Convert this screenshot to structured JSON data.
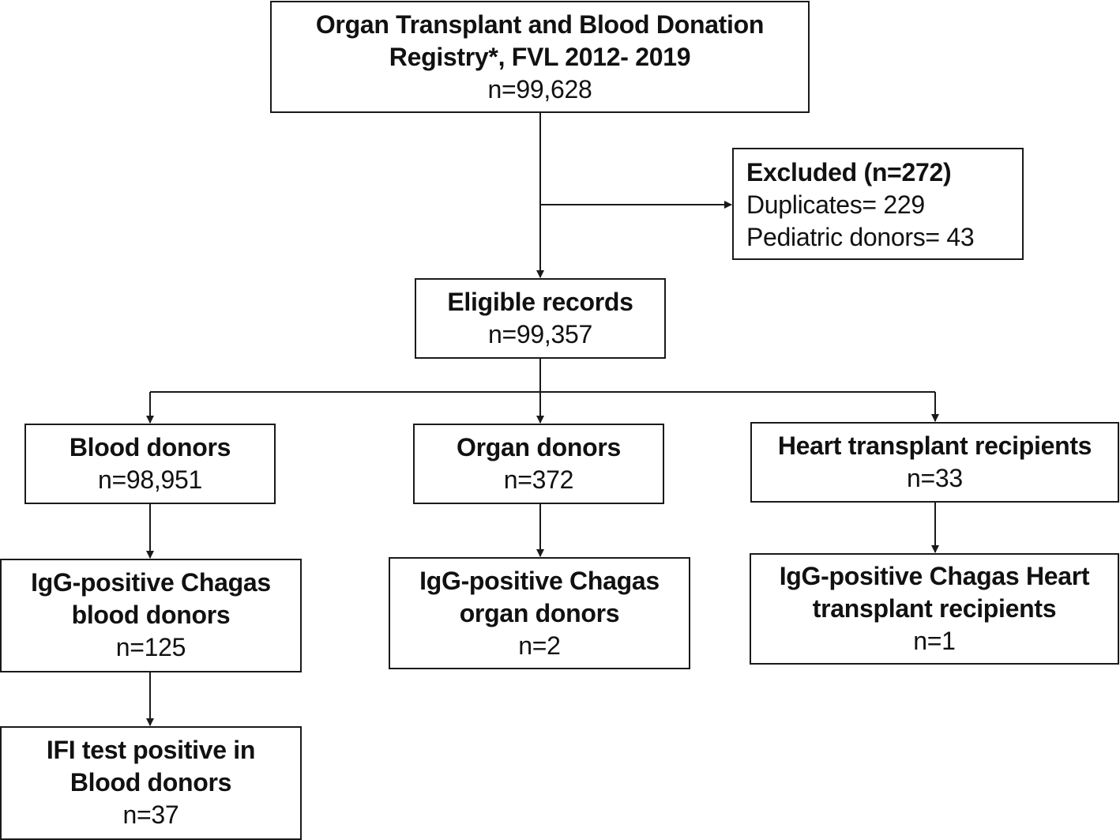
{
  "registry": {
    "title_line1": "Organ Transplant and Blood Donation",
    "title_line2": "Registry*, FVL 2012- 2019",
    "count": "n=99,628"
  },
  "excluded": {
    "title": "Excluded (n=272)",
    "line1": "Duplicates= 229",
    "line2": "Pediatric donors= 43"
  },
  "eligible": {
    "title": "Eligible records",
    "count": "n=99,357"
  },
  "blood_donors": {
    "title": "Blood donors",
    "count": "n=98,951"
  },
  "organ_donors": {
    "title": "Organ donors",
    "count": "n=372"
  },
  "heart_recipients": {
    "title": "Heart transplant recipients",
    "count": "n=33"
  },
  "igg_blood": {
    "title_line1": "IgG-positive Chagas",
    "title_line2": "blood donors",
    "count": "n=125"
  },
  "igg_organ": {
    "title_line1": "IgG-positive Chagas",
    "title_line2": "organ donors",
    "count": "n=2"
  },
  "igg_heart": {
    "title_line1": "IgG-positive Chagas Heart",
    "title_line2": "transplant recipients",
    "count": "n=1"
  },
  "ifi_blood": {
    "title_line1": "IFI test positive in",
    "title_line2": "Blood donors",
    "count": "n=37"
  },
  "colors": {
    "line": "#1a1a1a",
    "text": "#111111",
    "background": "#ffffff"
  }
}
